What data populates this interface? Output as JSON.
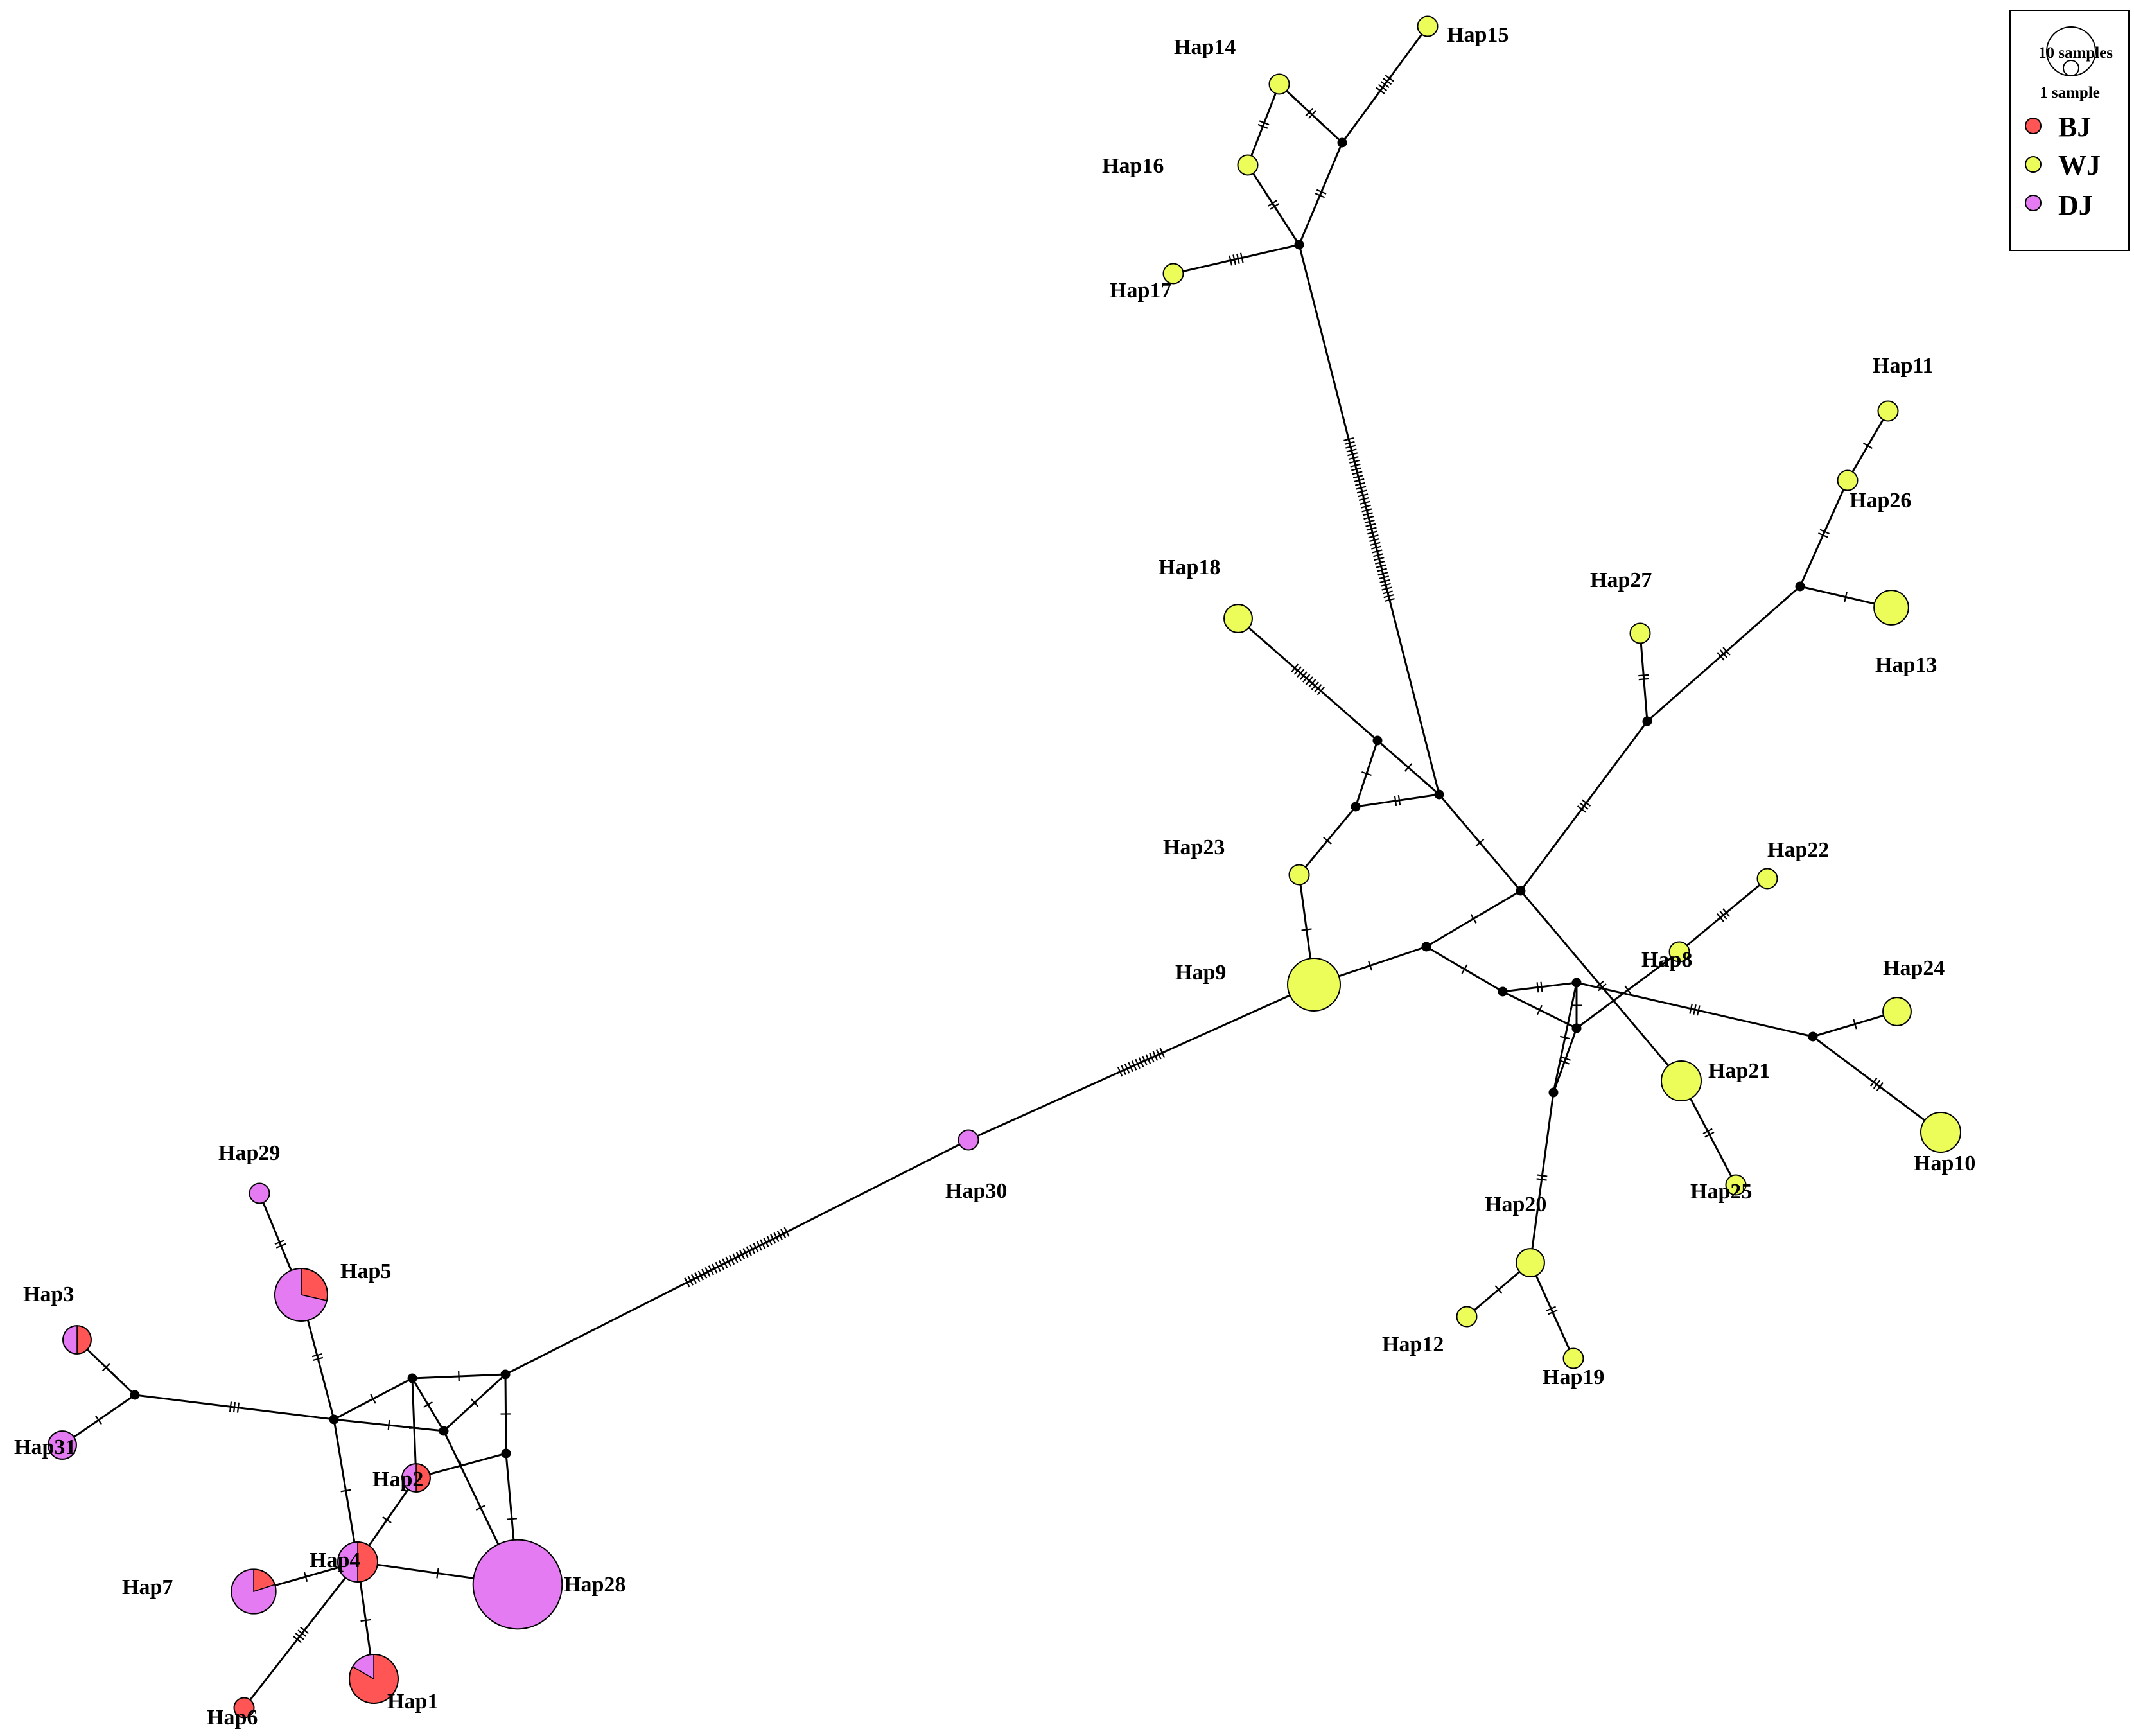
{
  "legend": {
    "size_large_label": "10 samples",
    "size_small_label": "1 sample",
    "items": [
      {
        "label": "BJ",
        "color": "#ff5555"
      },
      {
        "label": "WJ",
        "color": "#ecfd5a"
      },
      {
        "label": "DJ",
        "color": "#e57bf3"
      }
    ]
  },
  "colors": {
    "BJ": "#ff5555",
    "WJ": "#ecfd5a",
    "DJ": "#e57bf3",
    "median": "#000000",
    "edge": "#000000"
  },
  "haplotypes": [
    {
      "id": "Hap1",
      "label": "Hap1",
      "samples": 6,
      "composition": {
        "BJ": 5,
        "DJ": 1
      }
    },
    {
      "id": "Hap2",
      "label": "Hap2",
      "samples": 2,
      "composition": {
        "BJ": 1,
        "DJ": 1
      }
    },
    {
      "id": "Hap3",
      "label": "Hap3",
      "samples": 2,
      "composition": {
        "BJ": 1,
        "DJ": 1
      }
    },
    {
      "id": "Hap4",
      "label": "Hap4",
      "samples": 4,
      "composition": {
        "BJ": 2,
        "DJ": 2
      }
    },
    {
      "id": "Hap5",
      "label": "Hap5",
      "samples": 7,
      "composition": {
        "BJ": 2,
        "DJ": 5
      }
    },
    {
      "id": "Hap6",
      "label": "Hap6",
      "samples": 1,
      "composition": {
        "BJ": 1
      }
    },
    {
      "id": "Hap7",
      "label": "Hap7",
      "samples": 5,
      "composition": {
        "BJ": 1,
        "DJ": 4
      }
    },
    {
      "id": "Hap8",
      "label": "Hap8",
      "samples": 1,
      "composition": {
        "WJ": 1
      }
    },
    {
      "id": "Hap9",
      "label": "Hap9",
      "samples": 7,
      "composition": {
        "WJ": 7
      }
    },
    {
      "id": "Hap10",
      "label": "Hap10",
      "samples": 4,
      "composition": {
        "WJ": 4
      }
    },
    {
      "id": "Hap11",
      "label": "Hap11",
      "samples": 1,
      "composition": {
        "WJ": 1
      }
    },
    {
      "id": "Hap12",
      "label": "Hap12",
      "samples": 1,
      "composition": {
        "WJ": 1
      }
    },
    {
      "id": "Hap13",
      "label": "Hap13",
      "samples": 3,
      "composition": {
        "WJ": 3
      }
    },
    {
      "id": "Hap14",
      "label": "Hap14",
      "samples": 1,
      "composition": {
        "WJ": 1
      }
    },
    {
      "id": "Hap15",
      "label": "Hap15",
      "samples": 1,
      "composition": {
        "WJ": 1
      }
    },
    {
      "id": "Hap16",
      "label": "Hap16",
      "samples": 1,
      "composition": {
        "WJ": 1
      }
    },
    {
      "id": "Hap17",
      "label": "Hap17",
      "samples": 1,
      "composition": {
        "WJ": 1
      }
    },
    {
      "id": "Hap18",
      "label": "Hap18",
      "samples": 2,
      "composition": {
        "WJ": 2
      }
    },
    {
      "id": "Hap19",
      "label": "Hap19",
      "samples": 1,
      "composition": {
        "WJ": 1
      }
    },
    {
      "id": "Hap20",
      "label": "Hap20",
      "samples": 2,
      "composition": {
        "WJ": 2
      }
    },
    {
      "id": "Hap21",
      "label": "Hap21",
      "samples": 4,
      "composition": {
        "WJ": 4
      }
    },
    {
      "id": "Hap22",
      "label": "Hap22",
      "samples": 1,
      "composition": {
        "WJ": 1
      }
    },
    {
      "id": "Hap23",
      "label": "Hap23",
      "samples": 1,
      "composition": {
        "WJ": 1
      }
    },
    {
      "id": "Hap24",
      "label": "Hap24",
      "samples": 2,
      "composition": {
        "WJ": 2
      }
    },
    {
      "id": "Hap25",
      "label": "Hap25",
      "samples": 1,
      "composition": {
        "WJ": 1
      }
    },
    {
      "id": "Hap26",
      "label": "Hap26",
      "samples": 1,
      "composition": {
        "WJ": 1
      }
    },
    {
      "id": "Hap27",
      "label": "Hap27",
      "samples": 1,
      "composition": {
        "WJ": 1
      }
    },
    {
      "id": "Hap28",
      "label": "Hap28",
      "samples": 20,
      "composition": {
        "DJ": 20
      }
    },
    {
      "id": "Hap29",
      "label": "Hap29",
      "samples": 1,
      "composition": {
        "DJ": 1
      }
    },
    {
      "id": "Hap30",
      "label": "Hap30",
      "samples": 1,
      "composition": {
        "DJ": 1
      }
    },
    {
      "id": "Hap31",
      "label": "Hap31",
      "samples": 2,
      "composition": {
        "DJ": 2
      }
    }
  ],
  "median_vectors": [
    "mv1",
    "mv2",
    "mv3",
    "mv4",
    "mv5",
    "mv6",
    "mv7",
    "mv8",
    "mv9",
    "mv10",
    "mv11",
    "mv12",
    "mv13",
    "mv14",
    "mv15",
    "mv16",
    "mv17",
    "mv18",
    "mv19",
    "mv20",
    "mv21",
    "mv22"
  ],
  "edges": [
    {
      "from": "Hap15",
      "to": "mv2",
      "mutations": 5
    },
    {
      "from": "Hap14",
      "to": "mv2",
      "mutations": 2
    },
    {
      "from": "Hap14",
      "to": "Hap16",
      "mutations": 2
    },
    {
      "from": "Hap16",
      "to": "mv1",
      "mutations": 2
    },
    {
      "from": "mv2",
      "to": "mv1",
      "mutations": 2
    },
    {
      "from": "Hap17",
      "to": "mv1",
      "mutations": 4
    },
    {
      "from": "mv1",
      "to": "mv4",
      "mutations": 44
    },
    {
      "from": "Hap18",
      "to": "mv3",
      "mutations": 10
    },
    {
      "from": "mv3",
      "to": "mv4",
      "mutations": 1
    },
    {
      "from": "mv3",
      "to": "mv5",
      "mutations": 1
    },
    {
      "from": "mv5",
      "to": "mv4",
      "mutations": 2
    },
    {
      "from": "mv5",
      "to": "Hap23",
      "mutations": 1
    },
    {
      "from": "Hap23",
      "to": "Hap9",
      "mutations": 1
    },
    {
      "from": "mv4",
      "to": "mv6",
      "mutations": 1
    },
    {
      "from": "Hap11",
      "to": "Hap26",
      "mutations": 1
    },
    {
      "from": "Hap26",
      "to": "mv9",
      "mutations": 2
    },
    {
      "from": "mv9",
      "to": "Hap13",
      "mutations": 1
    },
    {
      "from": "mv9",
      "to": "mv8",
      "mutations": 3
    },
    {
      "from": "Hap27",
      "to": "mv8",
      "mutations": 2
    },
    {
      "from": "mv8",
      "to": "mv6",
      "mutations": 3
    },
    {
      "from": "mv6",
      "to": "mv7",
      "mutations": 1
    },
    {
      "from": "mv7",
      "to": "Hap9",
      "mutations": 1
    },
    {
      "from": "mv6",
      "to": "Hap21",
      "mutations": 2
    },
    {
      "from": "Hap21",
      "to": "Hap25",
      "mutations": 2
    },
    {
      "from": "mv7",
      "to": "mv10",
      "mutations": 1
    },
    {
      "from": "mv10",
      "to": "mv11",
      "mutations": 2
    },
    {
      "from": "mv10",
      "to": "mv12",
      "mutations": 1
    },
    {
      "from": "mv11",
      "to": "mv12",
      "mutations": 1
    },
    {
      "from": "mv11",
      "to": "mv14",
      "mutations": 3
    },
    {
      "from": "mv12",
      "to": "mv13",
      "mutations": 2
    },
    {
      "from": "mv14",
      "to": "Hap24",
      "mutations": 1
    },
    {
      "from": "mv14",
      "to": "Hap10",
      "mutations": 3
    },
    {
      "from": "Hap22",
      "to": "Hap8",
      "mutations": 3
    },
    {
      "from": "Hap8",
      "to": "mv12",
      "mutations": 1
    },
    {
      "from": "mv11",
      "to": "mv13",
      "mutations": 1
    },
    {
      "from": "mv13",
      "to": "Hap20",
      "mutations": 2
    },
    {
      "from": "Hap20",
      "to": "Hap12",
      "mutations": 1
    },
    {
      "from": "Hap20",
      "to": "Hap19",
      "mutations": 2
    },
    {
      "from": "Hap9",
      "to": "Hap30",
      "mutations": 13
    },
    {
      "from": "Hap30",
      "to": "mv15",
      "mutations": 30
    },
    {
      "from": "Hap29",
      "to": "Hap5",
      "mutations": 2
    },
    {
      "from": "Hap5",
      "to": "mv16",
      "mutations": 2
    },
    {
      "from": "Hap3",
      "to": "mv17",
      "mutations": 1
    },
    {
      "from": "Hap31",
      "to": "mv17",
      "mutations": 1
    },
    {
      "from": "mv17",
      "to": "mv16",
      "mutations": 3
    },
    {
      "from": "mv16",
      "to": "mv18",
      "mutations": 1
    },
    {
      "from": "mv16",
      "to": "mv19",
      "mutations": 1
    },
    {
      "from": "mv18",
      "to": "mv15",
      "mutations": 1
    },
    {
      "from": "mv18",
      "to": "mv19",
      "mutations": 1
    },
    {
      "from": "mv18",
      "to": "Hap2",
      "mutations": 1
    },
    {
      "from": "mv15",
      "to": "mv19",
      "mutations": 1
    },
    {
      "from": "mv15",
      "to": "mv20",
      "mutations": 1
    },
    {
      "from": "mv19",
      "to": "Hap28",
      "mutations": 1
    },
    {
      "from": "mv20",
      "to": "Hap28",
      "mutations": 1
    },
    {
      "from": "mv20",
      "to": "Hap2",
      "mutations": 1
    },
    {
      "from": "Hap2",
      "to": "Hap4",
      "mutations": 1
    },
    {
      "from": "mv16",
      "to": "Hap4",
      "mutations": 1
    },
    {
      "from": "Hap4",
      "to": "Hap7",
      "mutations": 1
    },
    {
      "from": "Hap4",
      "to": "Hap28",
      "mutations": 1
    },
    {
      "from": "Hap4",
      "to": "Hap1",
      "mutations": 1
    },
    {
      "from": "Hap4",
      "to": "Hap6",
      "mutations": 4
    }
  ]
}
